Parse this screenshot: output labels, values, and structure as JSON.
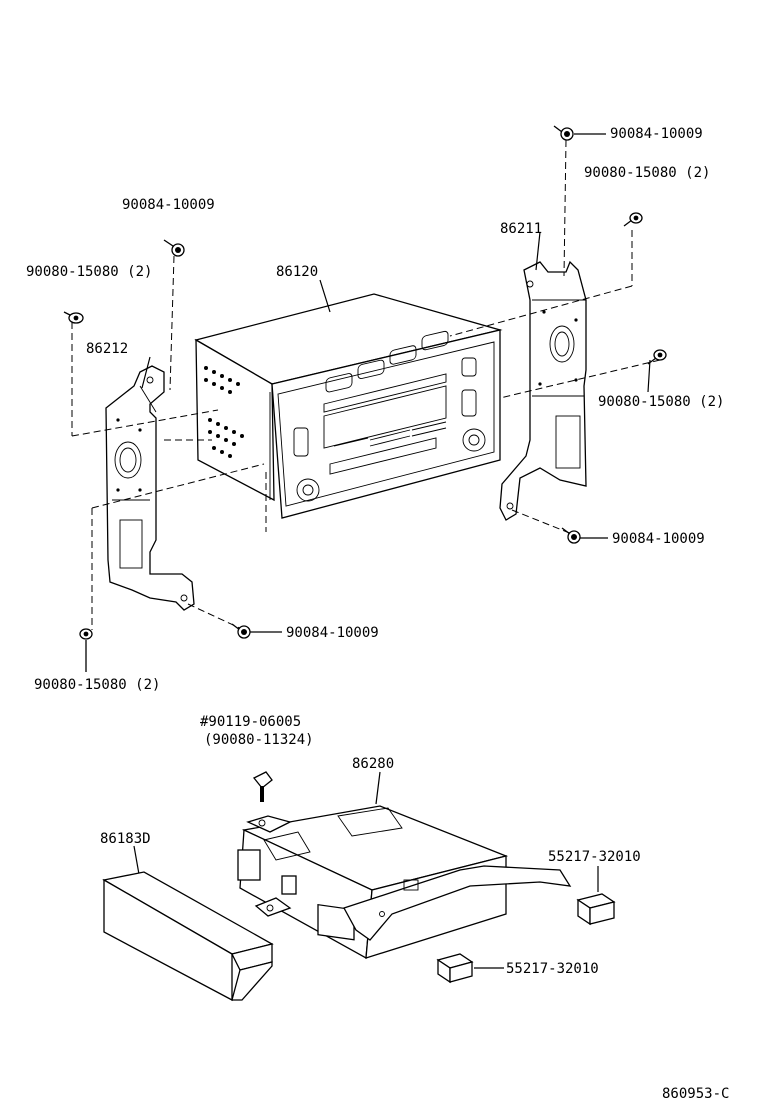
{
  "labels": {
    "radio": "86120",
    "bracket_right": "86211",
    "bracket_left": "86212",
    "changer": "86280",
    "cover": "86183D",
    "bolt_top_left": "90084-10009",
    "screw_left": "90080-15080 (2)",
    "bolt_top_right": "90084-10009",
    "screw_top_right": "90080-15080 (2)",
    "screw_right": "90080-15080 (2)",
    "bolt_right_lower": "90084-10009",
    "bolt_left_lower": "90084-10009",
    "screw_left_lower": "90080-15080 (2)",
    "changer_bolt_1": "#90119-06005",
    "changer_bolt_2": "(90080-11324)",
    "cushion_upper": "55217-32010",
    "cushion_lower": "55217-32010",
    "diagram_code": "860953-C"
  }
}
